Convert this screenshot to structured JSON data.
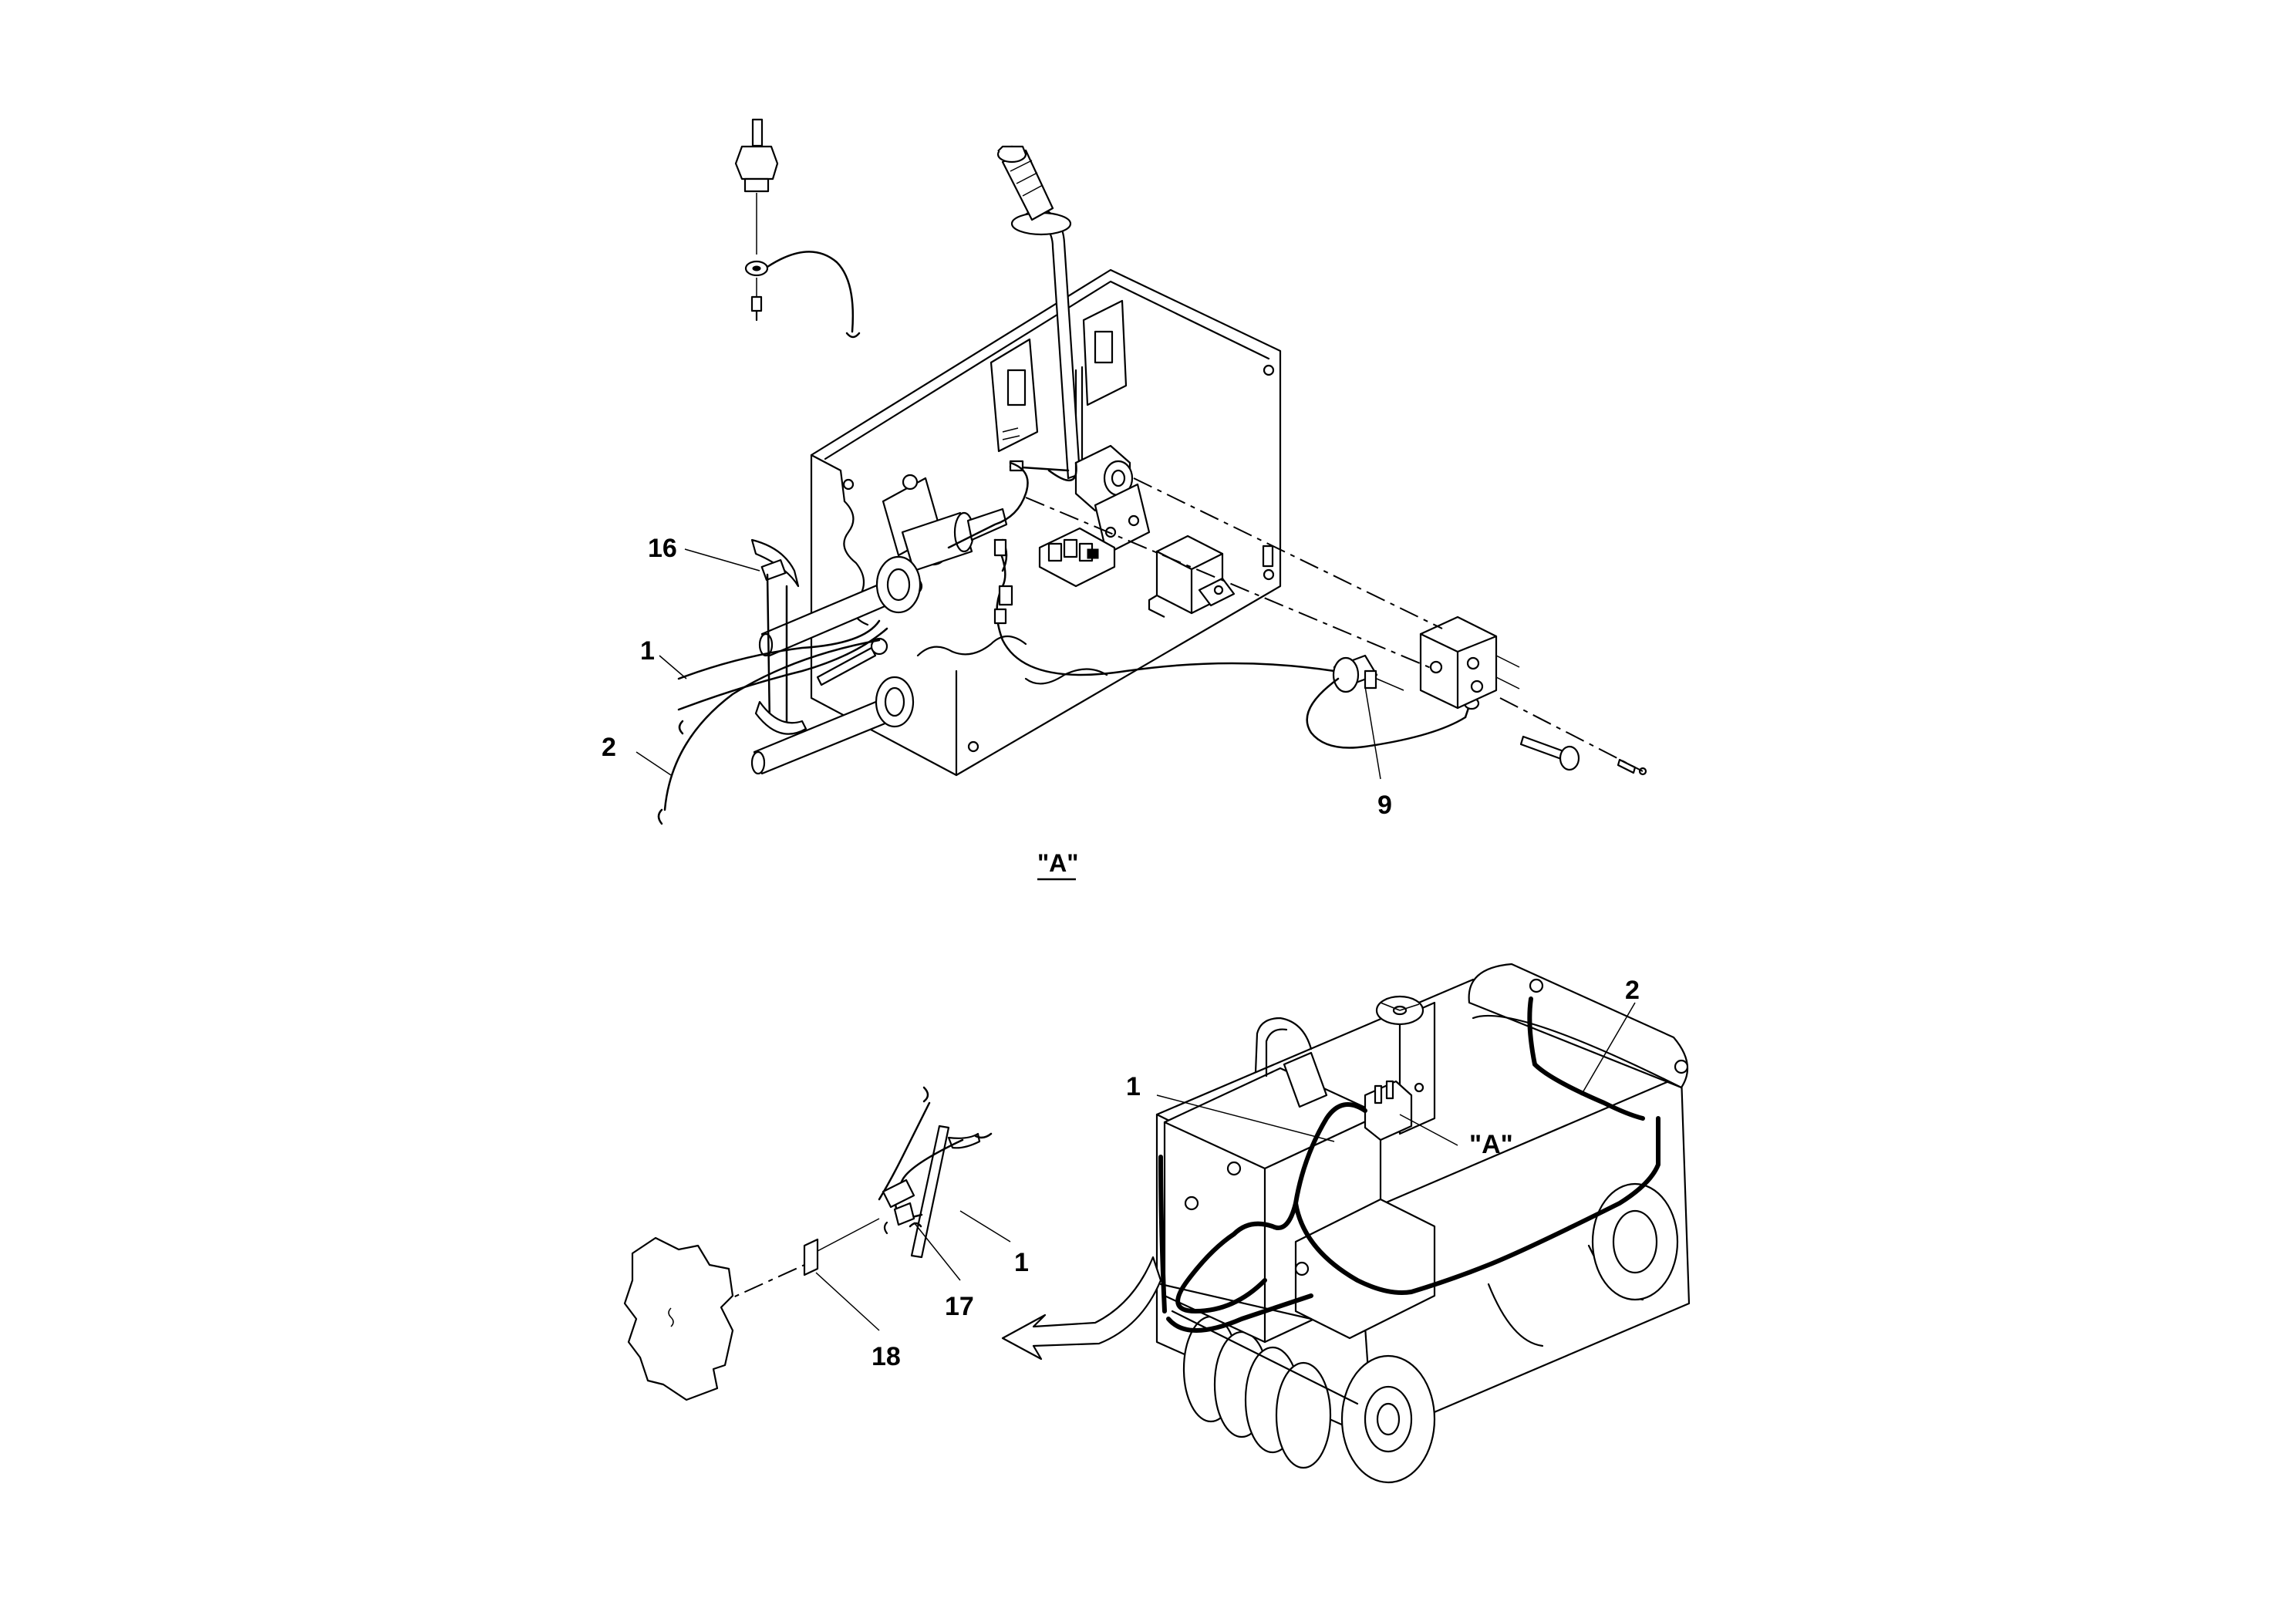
{
  "view_a": {
    "title": "\"A\"",
    "labels": {
      "item16": "16",
      "item1": "1",
      "item2": "2",
      "item9": "9"
    }
  },
  "overview": {
    "labels": {
      "item1_top": "1",
      "item2": "2",
      "view_ref": "\"A\"",
      "item1_bottom": "1",
      "item17": "17",
      "item18": "18"
    }
  }
}
